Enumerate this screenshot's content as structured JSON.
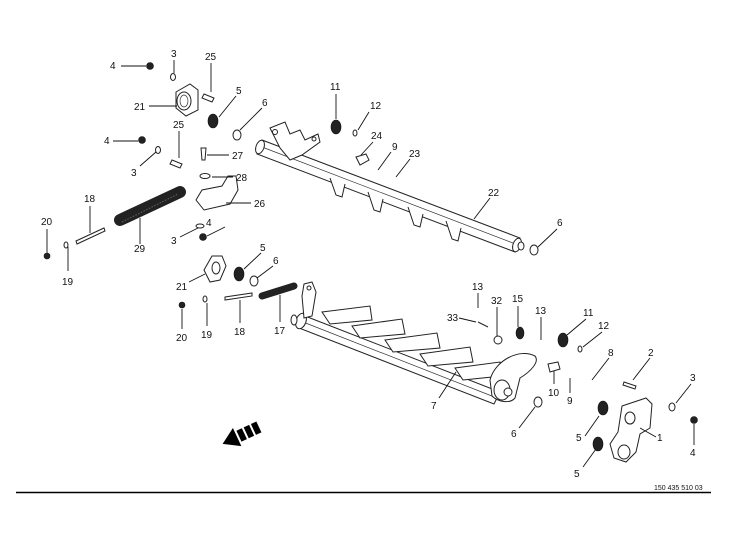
{
  "diagram": {
    "drawing_number": "150 435 510 03",
    "callouts": [
      {
        "id": "c4a",
        "label": "4"
      },
      {
        "id": "c3a",
        "label": "3"
      },
      {
        "id": "c25a",
        "label": "25"
      },
      {
        "id": "c21a",
        "label": "21"
      },
      {
        "id": "c5a",
        "label": "5"
      },
      {
        "id": "c6a",
        "label": "6"
      },
      {
        "id": "c4b",
        "label": "4"
      },
      {
        "id": "c25b",
        "label": "25"
      },
      {
        "id": "c3b",
        "label": "3"
      },
      {
        "id": "c27",
        "label": "27"
      },
      {
        "id": "c28",
        "label": "28"
      },
      {
        "id": "c26",
        "label": "26"
      },
      {
        "id": "c18a",
        "label": "18"
      },
      {
        "id": "c29",
        "label": "29"
      },
      {
        "id": "c20a",
        "label": "20"
      },
      {
        "id": "c19a",
        "label": "19"
      },
      {
        "id": "c3c",
        "label": "3"
      },
      {
        "id": "c4c",
        "label": "4"
      },
      {
        "id": "c11a",
        "label": "11"
      },
      {
        "id": "c12a",
        "label": "12"
      },
      {
        "id": "c24",
        "label": "24"
      },
      {
        "id": "c9a",
        "label": "9"
      },
      {
        "id": "c23",
        "label": "23"
      },
      {
        "id": "c22",
        "label": "22"
      },
      {
        "id": "c6b",
        "label": "6"
      },
      {
        "id": "c21b",
        "label": "21"
      },
      {
        "id": "c5b",
        "label": "5"
      },
      {
        "id": "c6c",
        "label": "6"
      },
      {
        "id": "c20b",
        "label": "20"
      },
      {
        "id": "c19b",
        "label": "19"
      },
      {
        "id": "c18b",
        "label": "18"
      },
      {
        "id": "c17",
        "label": "17"
      },
      {
        "id": "c13a",
        "label": "13"
      },
      {
        "id": "c33",
        "label": "33"
      },
      {
        "id": "c32",
        "label": "32"
      },
      {
        "id": "c15",
        "label": "15"
      },
      {
        "id": "c13b",
        "label": "13"
      },
      {
        "id": "c11b",
        "label": "11"
      },
      {
        "id": "c12b",
        "label": "12"
      },
      {
        "id": "c8",
        "label": "8"
      },
      {
        "id": "c2",
        "label": "2"
      },
      {
        "id": "c10",
        "label": "10"
      },
      {
        "id": "c9b",
        "label": "9"
      },
      {
        "id": "c7",
        "label": "7"
      },
      {
        "id": "c6d",
        "label": "6"
      },
      {
        "id": "c3d",
        "label": "3"
      },
      {
        "id": "c5c",
        "label": "5"
      },
      {
        "id": "c1",
        "label": "1"
      },
      {
        "id": "c5d",
        "label": "5"
      },
      {
        "id": "c4d",
        "label": "4"
      }
    ],
    "direction_icon": "travel-direction-arrow-icon"
  }
}
